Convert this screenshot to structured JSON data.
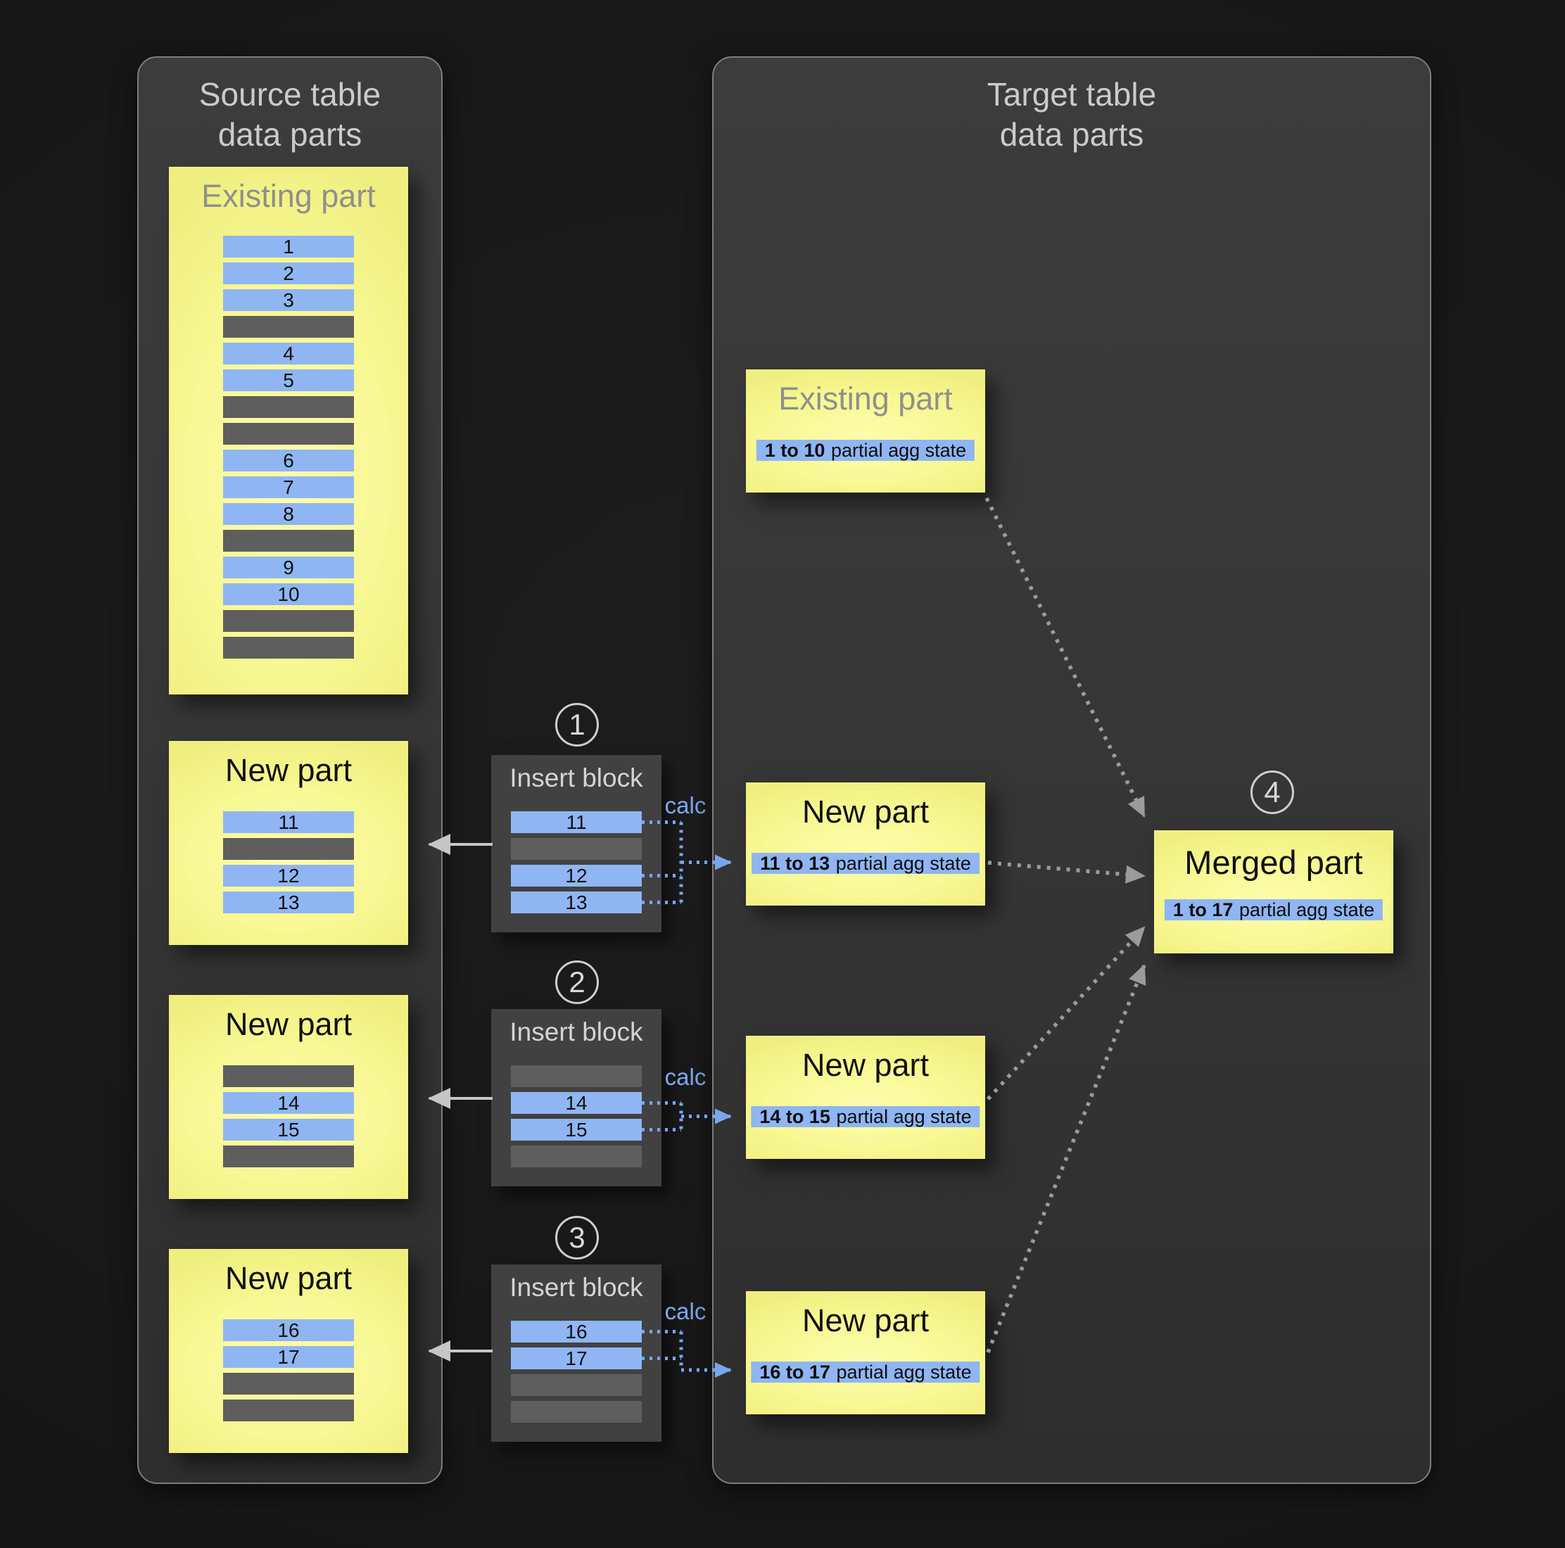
{
  "source_panel": {
    "title": "Source table\ndata parts",
    "existing_part": {
      "title": "Existing part",
      "rows": [
        "1",
        "2",
        "3",
        "",
        "4",
        "5",
        "",
        "",
        "6",
        "7",
        "8",
        "",
        "9",
        "10",
        "",
        ""
      ]
    },
    "new_parts": [
      {
        "title": "New part",
        "rows": [
          "11",
          "",
          "12",
          "13"
        ]
      },
      {
        "title": "New part",
        "rows": [
          "",
          "14",
          "15",
          ""
        ]
      },
      {
        "title": "New part",
        "rows": [
          "16",
          "17",
          "",
          ""
        ]
      }
    ]
  },
  "insert_blocks": [
    {
      "step": "1",
      "title": "Insert block",
      "calc_label": "calc",
      "rows": [
        "11",
        "",
        "12",
        "13"
      ]
    },
    {
      "step": "2",
      "title": "Insert block",
      "calc_label": "calc",
      "rows": [
        "",
        "14",
        "15",
        ""
      ]
    },
    {
      "step": "3",
      "title": "Insert block",
      "calc_label": "calc",
      "rows": [
        "16",
        "17",
        "",
        ""
      ]
    }
  ],
  "target_panel": {
    "title": "Target table\ndata parts",
    "existing_part": {
      "title": "Existing part",
      "agg_range": "1 to 10",
      "agg_suffix": "partial agg state"
    },
    "new_parts": [
      {
        "title": "New part",
        "agg_range": "11 to 13",
        "agg_suffix": "partial agg state"
      },
      {
        "title": "New part",
        "agg_range": "14 to 15",
        "agg_suffix": "partial agg state"
      },
      {
        "title": "New part",
        "agg_range": "16 to 17",
        "agg_suffix": "partial agg state"
      }
    ],
    "merged_part": {
      "step": "4",
      "title": "Merged part",
      "agg_range": "1 to 17",
      "agg_suffix": "partial agg state"
    }
  },
  "colors": {
    "background": "#181818",
    "panel_fill": "#363636",
    "panel_border": "#7d7d7d",
    "part_fill": "#f6f68e",
    "data_row_fill": "#8fb6f2",
    "empty_row_fill": "#5e5e5e",
    "insert_block_fill": "#414141",
    "calc_blue": "#7fa9f2",
    "connector_blue": "#7aa6ec",
    "merge_arrow_gray": "#9b9b9b",
    "left_arrow_gray": "#c6c6c6"
  }
}
